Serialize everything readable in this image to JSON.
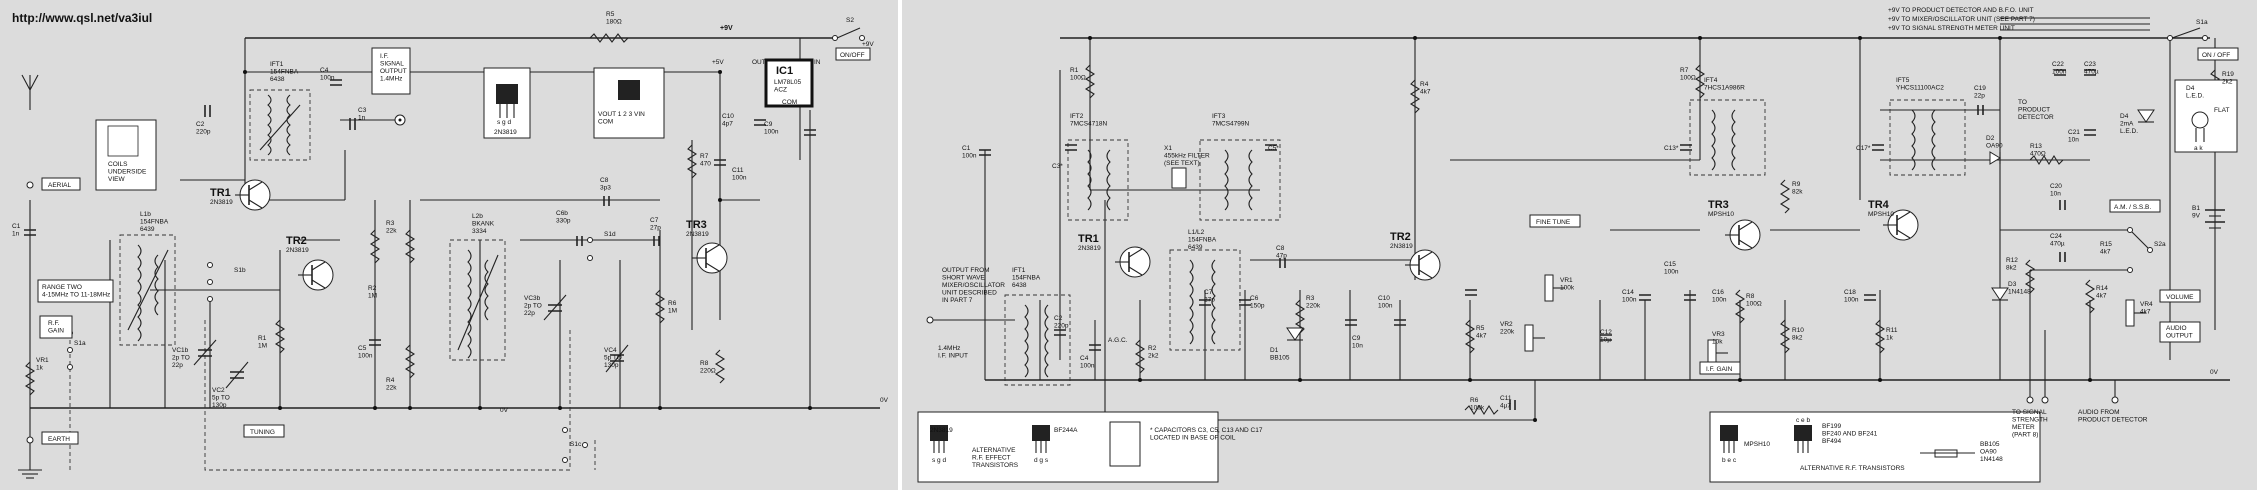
{
  "header": {
    "url": "http://www.qsl.net/va3iul"
  },
  "left": {
    "resistors": {
      "r5": "R5\n180Ω",
      "r2": "R2\n1M",
      "r3": "R3\n22k",
      "r4": "R4\n22k",
      "r1": "R1\n1M",
      "r6": "R6\n1M",
      "r7": "R7\n470",
      "r8": "R8\n220Ω",
      "vr1": "VR1\n1k"
    },
    "capacitors": {
      "c1": "C1\n1n",
      "c2": "C2\n220p",
      "c3": "C3\n1n",
      "c4": "C4\n100n",
      "c5": "C5\n100n",
      "c6b": "C6b\n330p",
      "c7": "C7\n27p",
      "c8": "C8\n3p3",
      "c9": "C9\n100n",
      "c10": "C10\n4p7",
      "c11": "C11\n100n",
      "vc1b": "VC1b\n2p TO\n22p",
      "vc2": "VC2\n5p TO\n130p",
      "vc3b": "VC3b\n2p TO\n22p",
      "vc4": "VC4\n5p TO\n130p"
    },
    "inductors": {
      "ift1": "IFT1\n154FNBA\n6438",
      "l1b": "L1b\n154FNBA\n6439",
      "l2b": "L2b\nBKANK\n3334"
    },
    "transistors": {
      "tr1": "TR1",
      "tr1_type": "2N3819",
      "tr2": "TR2",
      "tr2_type": "2N3819",
      "tr3": "TR3",
      "tr3_type": "2N3819"
    },
    "ic1": {
      "name": "IC1",
      "part": "LM78L05\nACZ",
      "out": "OUT",
      "in": "IN",
      "com": "COM"
    },
    "switches": {
      "s1a": "S1a",
      "s1b": "S1b",
      "s1c": "S1c",
      "s1d": "S1d",
      "s2": "S2"
    },
    "labels": {
      "aerial": "AERIAL",
      "earth": "EARTH",
      "rf_gain": "R.F.\nGAIN",
      "range_two": "RANGE TWO\n4-15MHz TO 11-18MHz",
      "tuning": "TUNING",
      "coils": "COILS\nUNDERSIDE\nVIEW",
      "if_output": "I.F.\nSIGNAL\nOUTPUT\n1.4MHz",
      "on_off": "ON/OFF",
      "plus9v": "+9V",
      "plus9v_rail": "+9V",
      "plus5v": "+5V",
      "zero_v": "0V",
      "zero_v_mid": "0V",
      "fet_pins": "s g d",
      "fet_type": "2N3819",
      "reg_pinout": "VOUT 1 2 3 VIN\nCOM"
    }
  },
  "right": {
    "resistors": {
      "r1": "R1\n100Ω",
      "r2": "R2\n2k2",
      "r3": "R3\n220k",
      "r4": "R4\n4k7",
      "r5": "R5\n4k7",
      "r6": "R6\n100k",
      "r7": "R7\n100Ω",
      "r8": "R8\n100Ω",
      "r9": "R9\n82k",
      "r10": "R10\n8k2",
      "r11": "R11\n1k",
      "r12": "R12\n8k2",
      "r13": "R13\n470Ω",
      "r14": "R14\n4k7",
      "r15": "R15\n4k7",
      "r19": "R19\n2k2",
      "vr1": "VR1\n100k",
      "vr2": "VR2\n220k",
      "vr3": "VR3\n10k",
      "vr4": "VR4\n4k7"
    },
    "capacitors": {
      "c1": "C1\n100n",
      "c2": "C2\n220p",
      "c3": "C3*",
      "c4": "C4\n100n",
      "c5": "C5*",
      "c6": "C6\n150p",
      "c7": "C7\n27p",
      "c8": "C8\n47p",
      "c9": "C9\n10n",
      "c10": "C10\n100n",
      "c11": "C11\n4µ7",
      "c12": "C12\n10µ",
      "c13": "C13*",
      "c14": "C14\n100n",
      "c15": "C15\n100n",
      "c16": "C16\n100n",
      "c17": "C17*",
      "c18": "C18\n100n",
      "c19": "C19\n22p",
      "c20": "C20\n10n",
      "c21": "C21\n10n",
      "c22": "C22\n100n",
      "c23": "C23\n470µ",
      "c24": "C24\n470µ"
    },
    "inductors": {
      "ift1": "IFT1\n154FNBA\n6438",
      "ift2": "IFT2\n7MCS4718N",
      "ift3": "IFT3\n7MCS4799N",
      "ift4": "IFT4\n7HCS1A986R",
      "ift5": "IFT5\nYHCS11100AC2",
      "l1l2": "L1/L2\n154FNBA\n6439",
      "x1": "X1\n455kHz FILTER\n(SEE TEXT)"
    },
    "semis": {
      "tr1": "TR1",
      "tr1_type": "2N3819",
      "tr2": "TR2",
      "tr2_type": "2N3819",
      "tr3": "TR3",
      "tr3_type": "MPSH10",
      "tr4": "TR4",
      "tr4_type": "MPSH10",
      "d1": "D1\nBB105",
      "d2": "D2\nOA90",
      "d3": "D3\n1N4148",
      "d4": "D4\n2mA\nL.E.D.",
      "b1": "B1\n9V"
    },
    "labels": {
      "rail1": "+9V TO PRODUCT DETECTOR AND B.F.O. UNIT",
      "rail2": "+9V TO MIXER/OSCILLATOR UNIT (SEE PART 7)",
      "rail3": "+9V TO SIGNAL STRENGTH METER UNIT",
      "if_input_note": "OUTPUT FROM\nSHORT WAVE\nMIXER/OSCILLATOR\nUNIT DESCRIBED\nIN PART 7",
      "if_input": "1.4MHz\nI.F. INPUT",
      "agc": "A.G.C.",
      "fine_tune": "FINE TUNE",
      "if_gain": "I.F. GAIN",
      "to_product_detector": "TO\nPRODUCT\nDETECTOR",
      "on_off": "ON / OFF",
      "s1a": "S1a",
      "s2a": "S2a",
      "am_ssb": "A.M. / S.S.B.",
      "volume": "VOLUME",
      "audio_output": "AUDIO\nOUTPUT",
      "zero_v": "0V",
      "to_meter": "TO SIGNAL\nSTRENGTH\nMETER\n(PART 8)",
      "audio_from": "AUDIO FROM\nPRODUCT DETECTOR",
      "led_label": "D4\nL.E.D.",
      "flat": "FLAT",
      "led_pins": "a k"
    },
    "legend_left": {
      "fet1_pins": "s g d",
      "fet1_type": "2N3819",
      "fet2_pins": "d g s",
      "fet2_type": "BF244A",
      "caption": "ALTERNATIVE\nR.F. EFFECT\nTRANSISTORS",
      "note": "* CAPACITORS C3, C5, C13 AND C17\nLOCATED IN BASE OF COIL"
    },
    "legend_right": {
      "t1_pins": "b e c",
      "t1_type": "MPSH10",
      "t2_pins": "c e b",
      "t2_types": "BF199\nBF240 AND BF241\nBF494",
      "diodes": "BB105\nOA90\n1N4148",
      "caption": "ALTERNATIVE R.F. TRANSISTORS"
    }
  }
}
